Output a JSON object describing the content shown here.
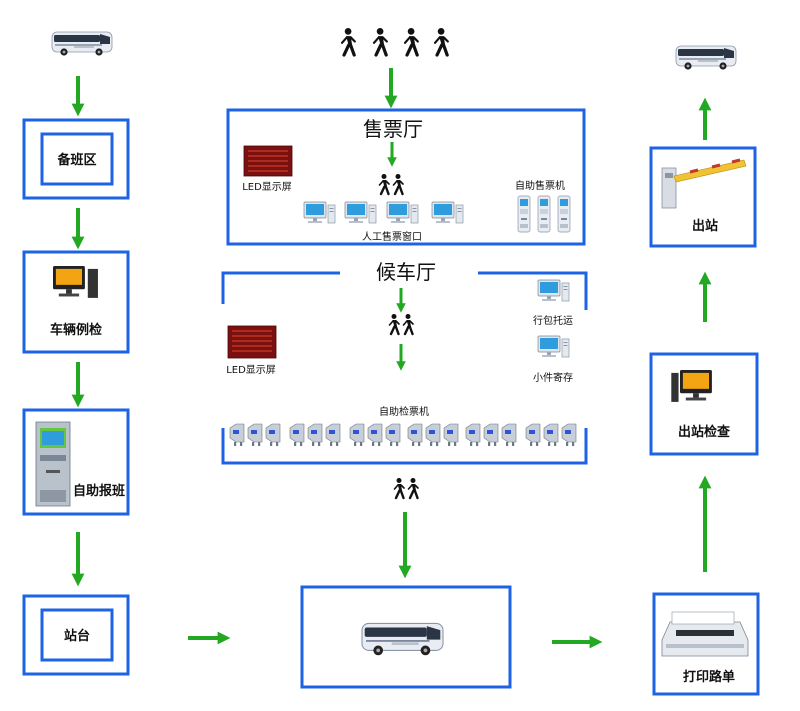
{
  "colors": {
    "box_border": "#1e63e6",
    "arrow": "#23a823",
    "pictogram": "#111111",
    "led_panel": "#7a1010",
    "bus_body": "#e9edf3"
  },
  "icons": {
    "bus": "bus-icon",
    "walker": "pedestrian-icon",
    "computer": "computer-icon",
    "kiosk": "kiosk-icon",
    "led": "led-display-icon",
    "gate": "turnstile-icon",
    "barrier": "barrier-gate-icon",
    "printer": "printer-icon"
  },
  "left_column": {
    "standby": "备班区",
    "inspection": "车辆例检",
    "self_report": "自助报班",
    "platform": "站台"
  },
  "ticket_hall": {
    "title": "售票厅",
    "led_label": "LED显示屏",
    "self_ticket_label": "自助售票机",
    "window_label": "人工售票窗口"
  },
  "waiting_hall": {
    "title": "候车厅",
    "led_label": "LED显示屏",
    "baggage_label": "行包托运",
    "storage_label": "小件寄存",
    "gate_label": "自助检票机"
  },
  "right_column": {
    "exit": "出站",
    "exit_check": "出站检查",
    "print_waybill": "打印路单"
  }
}
